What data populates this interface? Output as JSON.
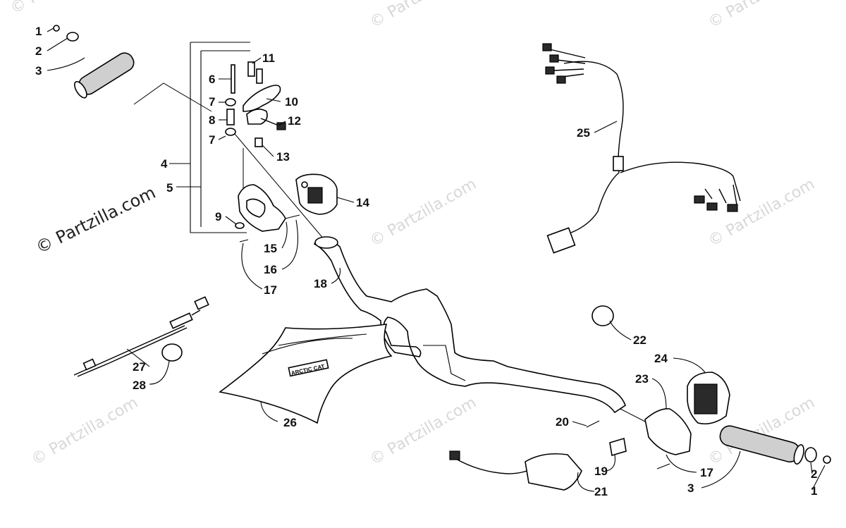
{
  "watermark": {
    "main": "© Partzilla.com",
    "tile": "© Partzilla.com"
  },
  "callouts": [
    "1",
    "2",
    "3",
    "4",
    "5",
    "6",
    "7",
    "8",
    "7",
    "9",
    "10",
    "11",
    "12",
    "13",
    "14",
    "15",
    "16",
    "17",
    "18",
    "25",
    "27",
    "28",
    "26",
    "22",
    "24",
    "23",
    "20",
    "19",
    "21",
    "17",
    "3",
    "2",
    "1"
  ],
  "decal_text": "ARCTIC CAT",
  "colors": {
    "ink": "#000000",
    "watermark": "#d8d8d8"
  }
}
